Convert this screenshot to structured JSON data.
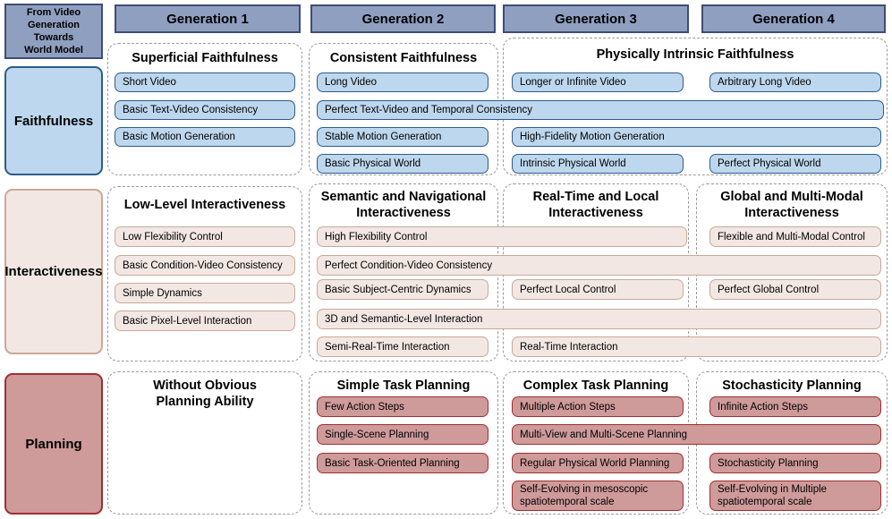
{
  "corner": {
    "label": "From Video\nGeneration\nTowards\nWorld Model"
  },
  "generations": [
    {
      "label": "Generation 1"
    },
    {
      "label": "Generation 2"
    },
    {
      "label": "Generation 3"
    },
    {
      "label": "Generation 4"
    }
  ],
  "colors": {
    "header_fill": "#8f9fc0",
    "header_border": "#3f4c74",
    "faithfulness_fill": "#bdd7ee",
    "faithfulness_border": "#2e5c8a",
    "interactiveness_fill": "#f2e7e2",
    "interactiveness_border": "#c9a99b",
    "planning_fill": "#cf9a9a",
    "planning_border": "#9e2f31",
    "panel_border": "#9a9a9a"
  },
  "rows": [
    {
      "label": "Faithfulness",
      "theme": "faith",
      "panels": [
        {
          "title": "Superficial Faithfulness"
        },
        {
          "title": "Consistent Faithfulness"
        },
        {
          "title": "Physically Intrinsic Faithfulness"
        }
      ],
      "items": [
        {
          "label": "Short Video"
        },
        {
          "label": "Basic Text-Video Consistency"
        },
        {
          "label": "Basic Motion Generation"
        },
        {
          "label": "Long Video"
        },
        {
          "label": "Longer or Infinite Video"
        },
        {
          "label": "Arbitrary Long Video"
        },
        {
          "label": "Perfect Text-Video and Temporal Consistency"
        },
        {
          "label": "Stable Motion Generation"
        },
        {
          "label": "High-Fidelity Motion Generation"
        },
        {
          "label": "Basic Physical World"
        },
        {
          "label": "Intrinsic Physical World"
        },
        {
          "label": "Perfect Physical World"
        }
      ]
    },
    {
      "label": "Interactiveness",
      "theme": "inter",
      "panels": [
        {
          "title": "Low-Level Interactiveness"
        },
        {
          "title": "Semantic and Navigational\nInteractiveness"
        },
        {
          "title": "Real-Time and Local\nInteractiveness"
        },
        {
          "title": "Global and Multi-Modal\nInteractiveness"
        }
      ],
      "items": [
        {
          "label": "Low Flexibility Control"
        },
        {
          "label": "Basic Condition-Video Consistency"
        },
        {
          "label": "Simple Dynamics"
        },
        {
          "label": "Basic Pixel-Level Interaction"
        },
        {
          "label": "High Flexibility Control"
        },
        {
          "label": "Flexible and Multi-Modal Control"
        },
        {
          "label": "Perfect Condition-Video Consistency"
        },
        {
          "label": "Basic Subject-Centric Dynamics"
        },
        {
          "label": "Perfect Local Control"
        },
        {
          "label": "Perfect Global Control"
        },
        {
          "label": "3D and Semantic-Level Interaction"
        },
        {
          "label": "Semi-Real-Time Interaction"
        },
        {
          "label": "Real-Time Interaction"
        }
      ]
    },
    {
      "label": "Planning",
      "theme": "plan",
      "panels": [
        {
          "title": "Without Obvious\nPlanning Ability"
        },
        {
          "title": "Simple Task Planning"
        },
        {
          "title": "Complex Task Planning"
        },
        {
          "title": "Stochasticity Planning"
        }
      ],
      "items": [
        {
          "label": "Few Action Steps"
        },
        {
          "label": "Multiple Action Steps"
        },
        {
          "label": "Infinite Action Steps"
        },
        {
          "label": "Single-Scene Planning"
        },
        {
          "label": "Multi-View and Multi-Scene Planning"
        },
        {
          "label": "Basic Task-Oriented Planning"
        },
        {
          "label": "Regular Physical World Planning"
        },
        {
          "label": "Stochasticity Planning"
        },
        {
          "label": "Self-Evolving in mesoscopic\nspatiotemporal scale"
        },
        {
          "label": "Self-Evolving in Multiple\nspatiotemporal scale"
        }
      ]
    }
  ]
}
